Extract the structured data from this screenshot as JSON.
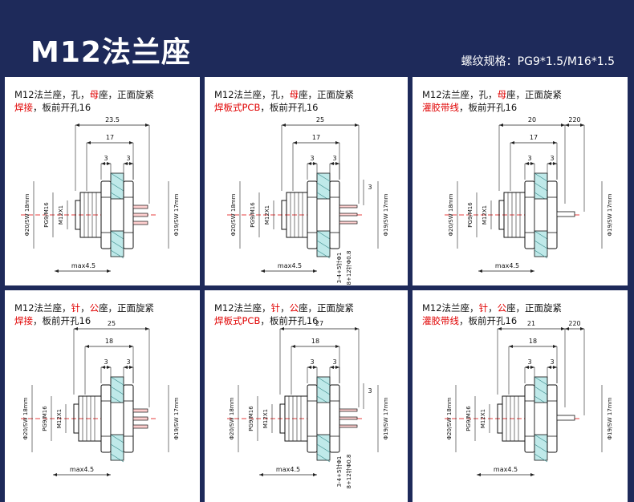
{
  "title": "M12法兰座",
  "spec": "螺纹规格：PG9*1.5/M16*1.5",
  "cells": [
    {
      "line1": [
        "M12法兰座，孔，",
        "母",
        "座，正面旋紧"
      ],
      "line2": [
        "焊接",
        "，板前开孔16"
      ],
      "dims": {
        "total": "23.5",
        "mid": "17",
        "a": "3",
        "b": "3",
        "c": "",
        "left1": "Φ20/SW 18mm",
        "left2": "PG9/M16",
        "left3": "M12X1",
        "right": "Φ19/SW 17mm",
        "max": "max4.5",
        "pin1": "",
        "pin2": ""
      }
    },
    {
      "line1": [
        "M12法兰座，孔，",
        "母",
        "座，正面旋紧"
      ],
      "line2": [
        "焊板式PCB",
        "，板前开孔16"
      ],
      "dims": {
        "total": "25",
        "mid": "17",
        "a": "3",
        "b": "3",
        "c": "3",
        "left1": "Φ20/SW 18mm",
        "left2": "PG9/M16",
        "left3": "M12X1",
        "right": "Φ19/SW 17mm",
        "max": "max4.5",
        "pin1": "3-4+5针Φ1",
        "pin2": "8+12针Φ0.8"
      }
    },
    {
      "line1": [
        "M12法兰座，孔，",
        "母",
        "座，正面旋紧"
      ],
      "line2": [
        "灌胶带线",
        "，板前开孔16"
      ],
      "dims": {
        "total": "20",
        "mid": "17",
        "a": "3",
        "b": "3",
        "c": "220",
        "left1": "Φ20/SW 18mm",
        "left2": "PG9/M16",
        "left3": "M12X1",
        "right": "Φ19/SW 17mm",
        "max": "max4.5",
        "pin1": "",
        "pin2": ""
      }
    },
    {
      "line1": [
        "M12法兰座，",
        "针",
        "，",
        "公",
        "座，正面旋紧"
      ],
      "line2": [
        "焊接",
        "，板前开孔16"
      ],
      "dims": {
        "total": "25",
        "mid": "18",
        "a": "3",
        "b": "3",
        "c": "",
        "left1": "Φ20/SW 18mm",
        "left2": "PG9/M16",
        "left3": "M12X1",
        "right": "Φ19/SW 17mm",
        "max": "max4.5",
        "pin1": "",
        "pin2": ""
      }
    },
    {
      "line1": [
        "M12法兰座，",
        "针",
        "，",
        "公",
        "座，正面旋紧"
      ],
      "line2": [
        "焊板式PCB",
        "，板前开孔16"
      ],
      "dims": {
        "total": "27",
        "mid": "18",
        "a": "3",
        "b": "3",
        "c": "3",
        "left1": "Φ20/SW 18mm",
        "left2": "PG9/M16",
        "left3": "M12X1",
        "right": "Φ19/SW 17mm",
        "max": "max4.5",
        "pin1": "3-4+5针Φ1",
        "pin2": "8+12针Φ0.8"
      }
    },
    {
      "line1": [
        "M12法兰座，",
        "针",
        "，",
        "公",
        "座，正面旋紧"
      ],
      "line2": [
        "灌胶带线",
        "，板前开孔16"
      ],
      "dims": {
        "total": "21",
        "mid": "18",
        "a": "3",
        "b": "3",
        "c": "220",
        "left1": "Φ20/SW 18mm",
        "left2": "PG9/M16",
        "left3": "M12X1",
        "right": "Φ19/SW 17mm",
        "max": "max4.5",
        "pin1": "",
        "pin2": ""
      }
    }
  ]
}
